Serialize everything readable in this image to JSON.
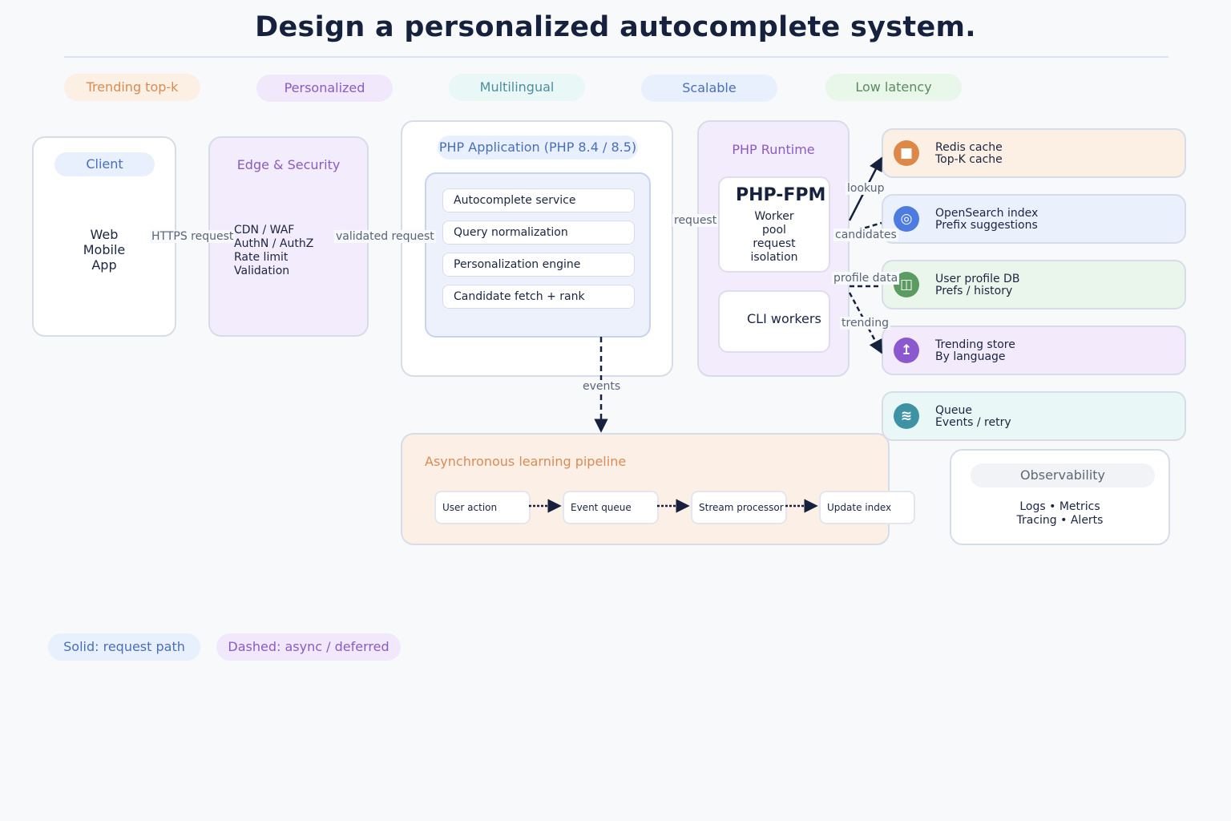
{
  "title": "Design a personalized autocomplete system.",
  "tags": [
    {
      "label": "Trending top-k",
      "bg": "#fcefe4",
      "fg": "#d98b55"
    },
    {
      "label": "Personalized",
      "bg": "#f1e8fb",
      "fg": "#8a5cc2"
    },
    {
      "label": "Multilingual",
      "bg": "#eaf7f7",
      "fg": "#4d8ea0"
    },
    {
      "label": "Scalable",
      "bg": "#e8effd",
      "fg": "#4a6fb8"
    },
    {
      "label": "Low latency",
      "bg": "#e9f6ea",
      "fg": "#5b8a5e"
    }
  ],
  "client": {
    "title": "Client",
    "text": "Web\nMobile\nApp"
  },
  "edge": {
    "title": "Edge & Security",
    "text": "CDN / WAF\nAuthN / AuthZ\nRate limit\nValidation"
  },
  "app": {
    "title": "PHP Application (PHP 8.4 / 8.5)",
    "services": [
      "Autocomplete service",
      "Query normalization",
      "Personalization engine",
      "Candidate fetch + rank"
    ]
  },
  "runtime": {
    "title": "PHP Runtime",
    "fpm_title": "PHP-FPM",
    "fpm_text": "Worker\npool\nrequest\nisolation",
    "cli": "CLI workers"
  },
  "stores": [
    {
      "name": "Redis cache",
      "desc": "Top-K cache",
      "icon": "square-icon",
      "glyph": "■",
      "color": "#dd8748",
      "bg": "#fcefe4"
    },
    {
      "name": "OpenSearch index",
      "desc": "Prefix suggestions",
      "icon": "target-icon",
      "glyph": "◎",
      "color": "#4d7be0",
      "bg": "#eaf0fc"
    },
    {
      "name": "User profile DB",
      "desc": "Prefs / history",
      "icon": "columns-icon",
      "glyph": "◫",
      "color": "#5b9a61",
      "bg": "#eaf6eb"
    },
    {
      "name": "Trending store",
      "desc": "By language",
      "icon": "up-arrow-icon",
      "glyph": "↥",
      "color": "#8b58d0",
      "bg": "#f3eafb"
    },
    {
      "name": "Queue",
      "desc": "Events / retry",
      "icon": "waves-icon",
      "glyph": "≋",
      "color": "#3d93a3",
      "bg": "#eaf7f7"
    }
  ],
  "pipeline": {
    "title": "Asynchronous learning pipeline",
    "steps": [
      "User action",
      "Event queue",
      "Stream processor",
      "Update index"
    ]
  },
  "observability": {
    "title": "Observability",
    "text": "Logs • Metrics\nTracing • Alerts"
  },
  "edges": {
    "https": "HTTPS request",
    "validated": "validated request",
    "request": "request",
    "lookup": "lookup",
    "candidates": "candidates",
    "profile": "profile data",
    "trending": "trending",
    "events": "events"
  },
  "legend": {
    "solid": "Solid: request path",
    "dashed": "Dashed: async / deferred"
  }
}
